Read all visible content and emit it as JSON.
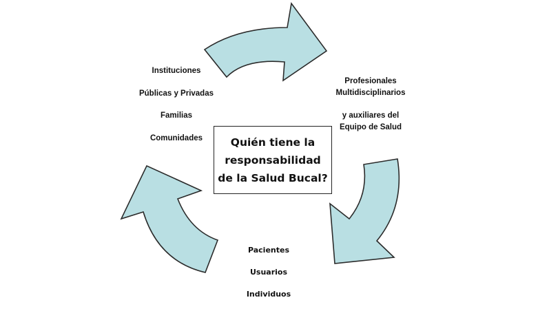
{
  "diagram": {
    "type": "cycle",
    "title": "Quién tiene la responsabilidad de la Salud Bucal?",
    "center_box": {
      "lines": [
        "Quién tiene la",
        "responsabilidad",
        "de la Salud Bucal?"
      ]
    },
    "nodes": {
      "left": {
        "lines": [
          "Instituciones",
          "Públicas y Privadas",
          "Familias",
          "Comunidades"
        ]
      },
      "right": {
        "lines_group_1": [
          "Profesionales",
          "Multidisciplinarios"
        ],
        "lines_group_2": [
          "y auxiliares del",
          "Equipo de Salud"
        ]
      },
      "bottom": {
        "lines": [
          "Pacientes",
          "Usuarios",
          "Individuos"
        ]
      }
    },
    "arrows": [
      {
        "name": "top-arrow",
        "from": "left",
        "to": "right",
        "direction": "clockwise"
      },
      {
        "name": "right-arrow",
        "from": "right",
        "to": "bottom",
        "direction": "clockwise"
      },
      {
        "name": "left-arrow",
        "from": "bottom",
        "to": "left",
        "direction": "clockwise"
      }
    ],
    "colors": {
      "arrow_fill": "#b9dfe3",
      "arrow_stroke": "#2b2b2b",
      "box_border": "#222222",
      "text": "#111111",
      "background": "#ffffff"
    }
  }
}
